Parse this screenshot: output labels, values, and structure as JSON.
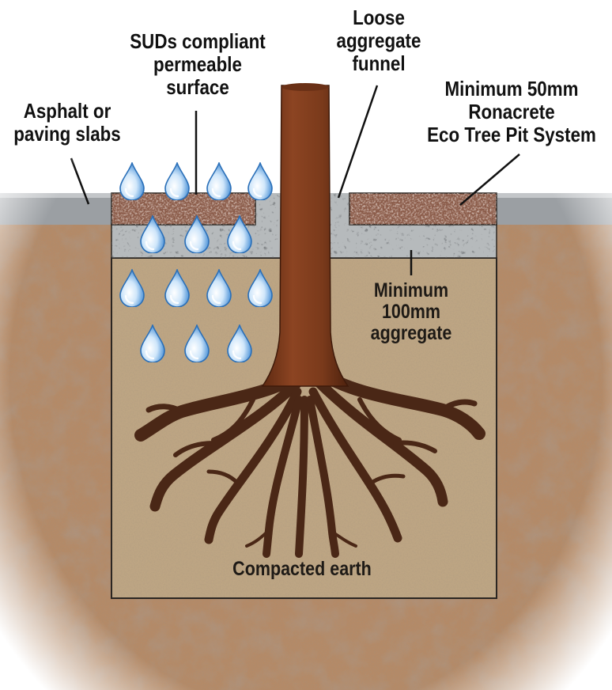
{
  "labels": {
    "asphalt": [
      "Asphalt or",
      "paving slabs"
    ],
    "suds": [
      "SUDs compliant",
      "permeable",
      "surface"
    ],
    "funnel": [
      "Loose",
      "aggregate",
      "funnel"
    ],
    "ronacrete": [
      "Minimum 50mm",
      "Ronacrete",
      "Eco Tree Pit System"
    ],
    "aggregate": [
      "Minimum",
      "100mm",
      "aggregate"
    ],
    "earth": "Compacted earth"
  },
  "colors": {
    "soil": "#b58c6a",
    "pit_fill": "#bca382",
    "paving": "#9a9ea2",
    "resin_surface": "#8a5a48",
    "gravel": "#b9bdbf",
    "trunk": "#7a3b1c",
    "roots": "#4a2716",
    "water": "#3f8fd6"
  }
}
